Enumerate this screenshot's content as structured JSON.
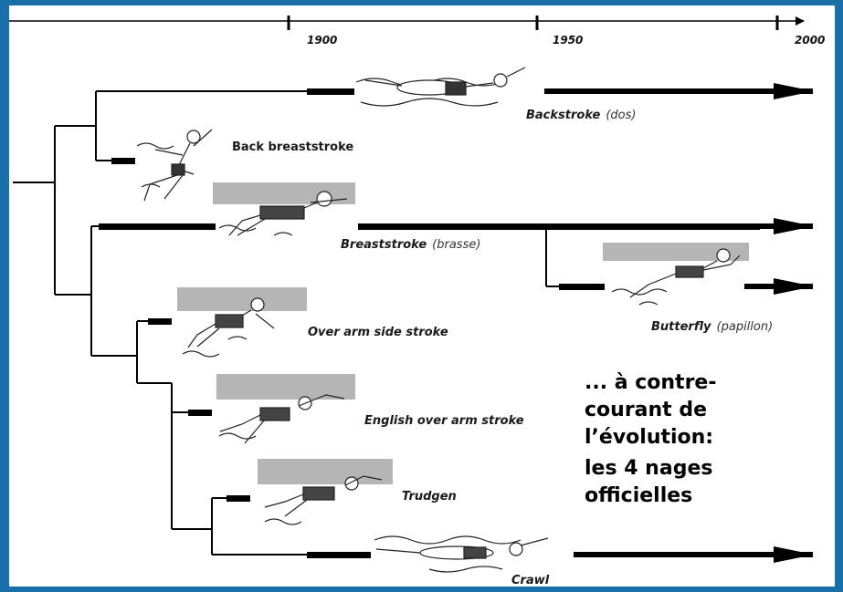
{
  "timeline": {
    "years": [
      "1900",
      "1950",
      "2000"
    ]
  },
  "strokes": [
    {
      "id": "backstroke",
      "name": "Backstroke",
      "sub": "(dos)"
    },
    {
      "id": "back-breaststroke",
      "name": "Back breaststroke",
      "sub": ""
    },
    {
      "id": "breaststroke",
      "name": "Breaststroke",
      "sub": "(brasse)"
    },
    {
      "id": "butterfly",
      "name": "Butterfly",
      "sub": "(papillon)"
    },
    {
      "id": "over-arm-side-stroke",
      "name": "Over arm side stroke",
      "sub": ""
    },
    {
      "id": "english-over-arm-stroke",
      "name": "English over arm stroke",
      "sub": ""
    },
    {
      "id": "trudgen",
      "name": "Trudgen",
      "sub": ""
    },
    {
      "id": "crawl",
      "name": "Crawl",
      "sub": ""
    }
  ],
  "caption": {
    "line1": "... à contre-",
    "line2": "courant de",
    "line3": "l’évolution:",
    "line4": "les 4 nages",
    "line5": "officielles"
  },
  "colors": {
    "background": "#1a6fa8",
    "frame": "#ffffff",
    "ink": "#000000",
    "water": "#b5b5b5"
  }
}
